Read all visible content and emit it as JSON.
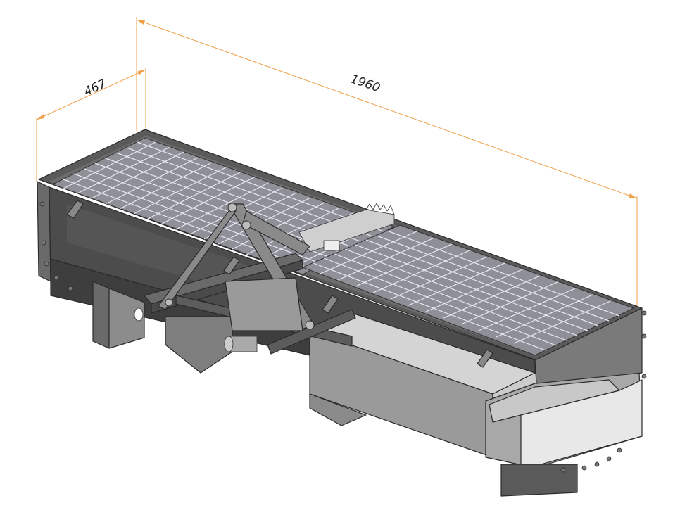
{
  "dimensions": {
    "depth": "467",
    "length": "1960"
  },
  "colors": {
    "dimension_line": "#f0a04a",
    "dark_steel": "#4a4a4a",
    "mid_steel": "#7a7a7a",
    "light_steel": "#bdbdbd",
    "mesh": "#e8e8f4"
  },
  "icons": {
    "machine": "agricultural-seed-box-assembly"
  }
}
